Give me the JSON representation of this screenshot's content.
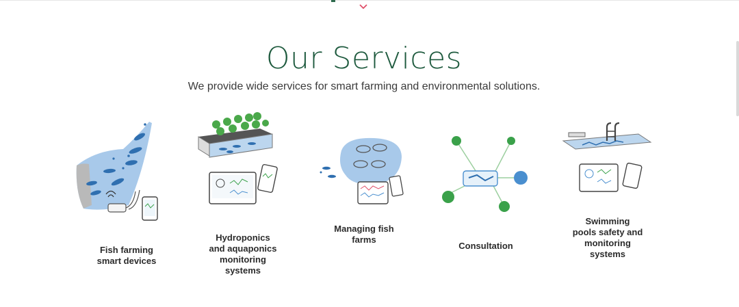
{
  "header": {
    "title": "Our Services",
    "subtitle": "We provide wide services for smart farming and environmental solutions."
  },
  "services": [
    {
      "label": "Fish farming smart devices",
      "label_lines": [
        "Fish farming",
        "smart devices"
      ]
    },
    {
      "label": "Hydroponics and aquaponics monitoring systems",
      "label_lines": [
        "Hydroponics",
        "and aquaponics",
        "monitoring",
        "systems"
      ]
    },
    {
      "label": "Managing fish farms",
      "label_lines": [
        "Managing fish",
        "farms"
      ]
    },
    {
      "label": "Consultation",
      "label_lines": [
        "Consultation"
      ]
    },
    {
      "label": "Swimming pools safety and monitoring systems",
      "label_lines": [
        "Swimming",
        "pools safety and",
        "monitoring",
        "systems"
      ]
    }
  ],
  "icons": {
    "scroll_down": "chevron-down-icon",
    "fish_farming": "fish-farming-illustration",
    "hydroponics": "hydroponics-illustration",
    "managing_farms": "fish-farm-illustration",
    "consultation": "consultation-handshake-illustration",
    "swimming_pools": "swimming-pool-illustration"
  },
  "colors": {
    "title": "#1e5a3e",
    "accent_blue": "#4a8fcf",
    "accent_green": "#3aa14a",
    "chevron": "#e0506a"
  }
}
